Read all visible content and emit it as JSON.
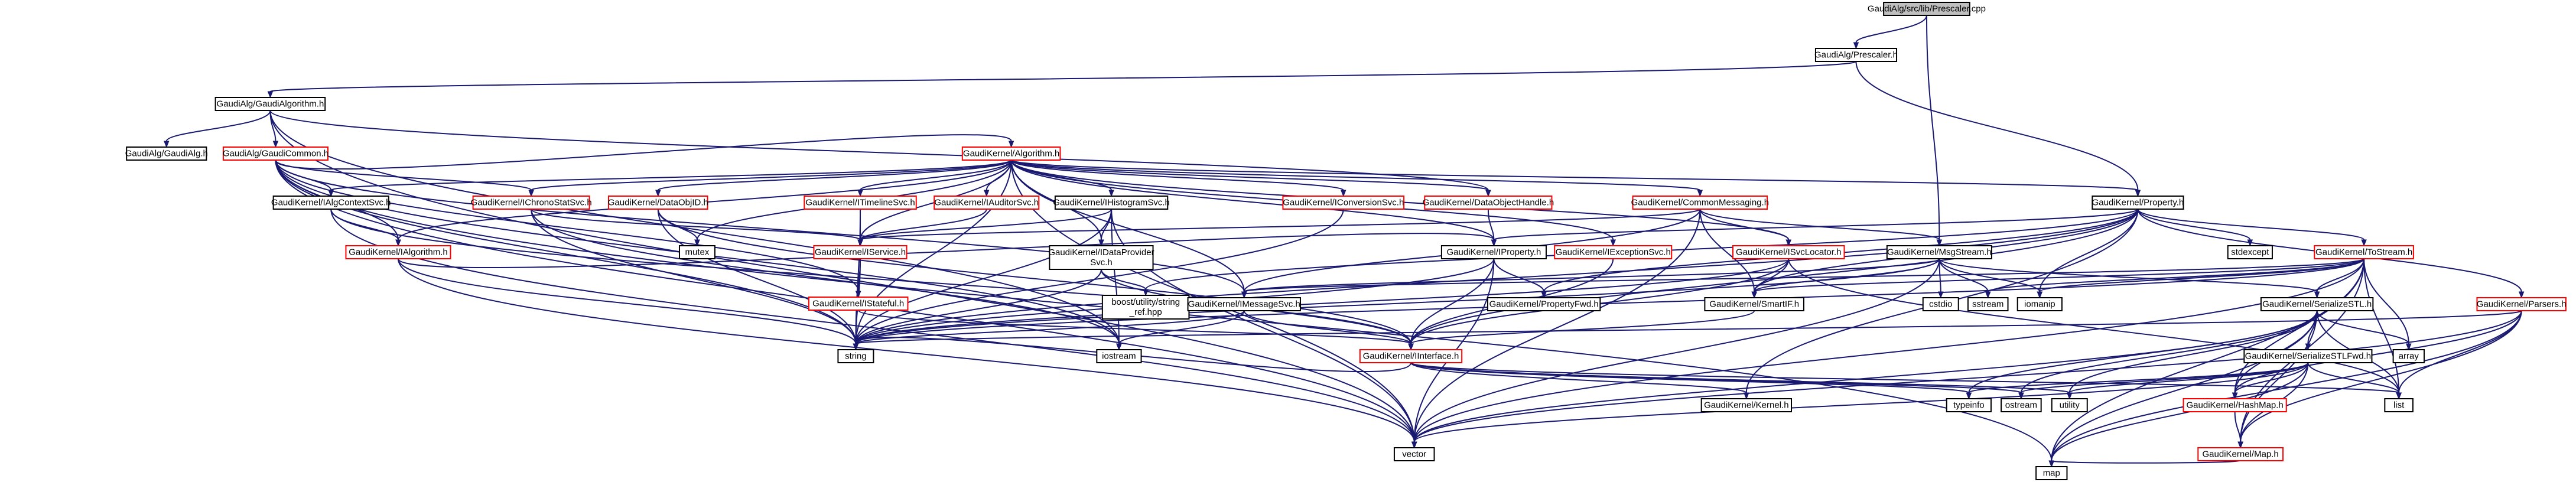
{
  "colors": {
    "edge": "#191970",
    "normal_border": "#000000",
    "missing_border": "#ff0000",
    "root_fill": "#bfbfbf",
    "node_fill": "#ffffff",
    "text": "#000000"
  },
  "nodes": [
    {
      "id": "prescaler_cpp",
      "label": "GaudiAlg/src/lib/Prescaler.cpp",
      "style": "root"
    },
    {
      "id": "prescaler_h",
      "label": "GaudiAlg/Prescaler.h",
      "style": "normal"
    },
    {
      "id": "gaudialgorithm_h",
      "label": "GaudiAlg/GaudiAlgorithm.h",
      "style": "normal"
    },
    {
      "id": "gaudialg_h",
      "label": "GaudiAlg/GaudiAlg.h",
      "style": "normal"
    },
    {
      "id": "gaudicommon_h",
      "label": "GaudiAlg/GaudiCommon.h",
      "style": "missing"
    },
    {
      "id": "algorithm_h",
      "label": "GaudiKernel/Algorithm.h",
      "style": "missing"
    },
    {
      "id": "property_h",
      "label": "GaudiKernel/Property.h",
      "style": "normal"
    },
    {
      "id": "ialgcontextsvc_h",
      "label": "GaudiKernel/IAlgContextSvc.h",
      "style": "normal"
    },
    {
      "id": "ichronostatsvc_h",
      "label": "GaudiKernel/IChronoStatSvc.h",
      "style": "missing"
    },
    {
      "id": "dataobjid_h",
      "label": "GaudiKernel/DataObjID.h",
      "style": "missing"
    },
    {
      "id": "itimelinesvc_h",
      "label": "GaudiKernel/ITimelineSvc.h",
      "style": "missing"
    },
    {
      "id": "iauditorsvc_h",
      "label": "GaudiKernel/IAuditorSvc.h",
      "style": "missing"
    },
    {
      "id": "ihistogramsvc_h",
      "label": "GaudiKernel/IHistogramSvc.h",
      "style": "normal"
    },
    {
      "id": "iconversionsvc_h",
      "label": "GaudiKernel/IConversionSvc.h",
      "style": "missing"
    },
    {
      "id": "dataobjecthandle_h",
      "label": "GaudiKernel/DataObjectHandle.h",
      "style": "missing"
    },
    {
      "id": "commonmessaging_h",
      "label": "GaudiKernel/CommonMessaging.h",
      "style": "missing"
    },
    {
      "id": "stdexcept",
      "label": "stdexcept",
      "style": "normal"
    },
    {
      "id": "tostream_h",
      "label": "GaudiKernel/ToStream.h",
      "style": "missing"
    },
    {
      "id": "ialgorithm_h",
      "label": "GaudiKernel/IAlgorithm.h",
      "style": "missing"
    },
    {
      "id": "mutex",
      "label": "mutex",
      "style": "normal"
    },
    {
      "id": "iservice_h",
      "label": "GaudiKernel/IService.h",
      "style": "missing"
    },
    {
      "id": "idataprovidersvc_h",
      "label": "GaudiKernel/IDataProvider\nSvc.h",
      "style": "normal"
    },
    {
      "id": "iexceptionsvc_h",
      "label": "GaudiKernel/IExceptionSvc.h",
      "style": "missing"
    },
    {
      "id": "iproperty_h",
      "label": "GaudiKernel/IProperty.h",
      "style": "normal"
    },
    {
      "id": "isvclocator_h",
      "label": "GaudiKernel/ISvcLocator.h",
      "style": "missing"
    },
    {
      "id": "msgstream_h",
      "label": "GaudiKernel/MsgStream.h",
      "style": "normal"
    },
    {
      "id": "parsers_h",
      "label": "GaudiKernel/Parsers.h",
      "style": "missing"
    },
    {
      "id": "serializestl_h",
      "label": "GaudiKernel/SerializeSTL.h",
      "style": "normal"
    },
    {
      "id": "istateful_h",
      "label": "GaudiKernel/IStateful.h",
      "style": "missing"
    },
    {
      "id": "boost_string_ref",
      "label": "boost/utility/string\n_ref.hpp",
      "style": "normal"
    },
    {
      "id": "imessagesvc_h",
      "label": "GaudiKernel/IMessageSvc.h",
      "style": "normal"
    },
    {
      "id": "propertyfwd_h",
      "label": "GaudiKernel/PropertyFwd.h",
      "style": "normal"
    },
    {
      "id": "smartif_h",
      "label": "GaudiKernel/SmartIF.h",
      "style": "normal"
    },
    {
      "id": "cstdio",
      "label": "cstdio",
      "style": "normal"
    },
    {
      "id": "sstream",
      "label": "sstream",
      "style": "normal"
    },
    {
      "id": "iomanip",
      "label": "iomanip",
      "style": "normal"
    },
    {
      "id": "serializestlfwd_h",
      "label": "GaudiKernel/SerializeSTLFwd.h",
      "style": "normal"
    },
    {
      "id": "array",
      "label": "array",
      "style": "normal"
    },
    {
      "id": "string",
      "label": "string",
      "style": "normal"
    },
    {
      "id": "iostream",
      "label": "iostream",
      "style": "normal"
    },
    {
      "id": "iinterface_h",
      "label": "GaudiKernel/IInterface.h",
      "style": "missing"
    },
    {
      "id": "kernel_h",
      "label": "GaudiKernel/Kernel.h",
      "style": "normal"
    },
    {
      "id": "typeinfo",
      "label": "typeinfo",
      "style": "normal"
    },
    {
      "id": "ostream",
      "label": "ostream",
      "style": "normal"
    },
    {
      "id": "utility",
      "label": "utility",
      "style": "normal"
    },
    {
      "id": "hashmap_h",
      "label": "GaudiKernel/HashMap.h",
      "style": "missing"
    },
    {
      "id": "list",
      "label": "list",
      "style": "normal"
    },
    {
      "id": "vector",
      "label": "vector",
      "style": "normal"
    },
    {
      "id": "map_h",
      "label": "GaudiKernel/Map.h",
      "style": "missing"
    },
    {
      "id": "map",
      "label": "map",
      "style": "normal"
    }
  ],
  "edges": [
    [
      "prescaler_cpp",
      "prescaler_h"
    ],
    [
      "prescaler_cpp",
      "msgstream_h"
    ],
    [
      "prescaler_h",
      "gaudialgorithm_h"
    ],
    [
      "prescaler_h",
      "property_h"
    ],
    [
      "gaudialgorithm_h",
      "gaudialg_h"
    ],
    [
      "gaudialgorithm_h",
      "gaudicommon_h"
    ],
    [
      "gaudialgorithm_h",
      "dataobjecthandle_h"
    ],
    [
      "gaudialgorithm_h",
      "iostream"
    ],
    [
      "gaudialgorithm_h",
      "vector"
    ],
    [
      "gaudicommon_h",
      "algorithm_h"
    ],
    [
      "gaudicommon_h",
      "ialgcontextsvc_h"
    ],
    [
      "gaudicommon_h",
      "ialgorithm_h"
    ],
    [
      "gaudicommon_h",
      "ichronostatsvc_h"
    ],
    [
      "gaudicommon_h",
      "imessagesvc_h"
    ],
    [
      "gaudicommon_h",
      "istateful_h"
    ],
    [
      "gaudicommon_h",
      "iostream"
    ],
    [
      "gaudicommon_h",
      "string"
    ],
    [
      "gaudicommon_h",
      "vector"
    ],
    [
      "gaudicommon_h",
      "map"
    ],
    [
      "algorithm_h",
      "property_h"
    ],
    [
      "algorithm_h",
      "ialgcontextsvc_h"
    ],
    [
      "algorithm_h",
      "ichronostatsvc_h"
    ],
    [
      "algorithm_h",
      "dataobjid_h"
    ],
    [
      "algorithm_h",
      "itimelinesvc_h"
    ],
    [
      "algorithm_h",
      "iauditorsvc_h"
    ],
    [
      "algorithm_h",
      "ihistogramsvc_h"
    ],
    [
      "algorithm_h",
      "iconversionsvc_h"
    ],
    [
      "algorithm_h",
      "dataobjecthandle_h"
    ],
    [
      "algorithm_h",
      "commonmessaging_h"
    ],
    [
      "algorithm_h",
      "ialgorithm_h"
    ],
    [
      "algorithm_h",
      "mutex"
    ],
    [
      "algorithm_h",
      "iservice_h"
    ],
    [
      "algorithm_h",
      "idataprovidersvc_h"
    ],
    [
      "algorithm_h",
      "iexceptionsvc_h"
    ],
    [
      "algorithm_h",
      "iproperty_h"
    ],
    [
      "algorithm_h",
      "isvclocator_h"
    ],
    [
      "algorithm_h",
      "imessagesvc_h"
    ],
    [
      "algorithm_h",
      "string"
    ],
    [
      "algorithm_h",
      "vector"
    ],
    [
      "property_h",
      "tostream_h"
    ],
    [
      "property_h",
      "parsers_h"
    ],
    [
      "property_h",
      "stdexcept"
    ],
    [
      "property_h",
      "string"
    ],
    [
      "property_h",
      "boost_string_ref"
    ],
    [
      "property_h",
      "propertyfwd_h"
    ],
    [
      "property_h",
      "iproperty_h"
    ],
    [
      "property_h",
      "iinterface_h"
    ],
    [
      "property_h",
      "smartif_h"
    ],
    [
      "property_h",
      "kernel_h"
    ],
    [
      "property_h",
      "iomanip"
    ],
    [
      "ialgcontextsvc_h",
      "ialgorithm_h"
    ],
    [
      "ialgcontextsvc_h",
      "iinterface_h"
    ],
    [
      "ialgcontextsvc_h",
      "vector"
    ],
    [
      "ichronostatsvc_h",
      "iservice_h"
    ],
    [
      "ichronostatsvc_h",
      "string"
    ],
    [
      "ichronostatsvc_h",
      "iostream"
    ],
    [
      "dataobjid_h",
      "mutex"
    ],
    [
      "dataobjid_h",
      "string"
    ],
    [
      "dataobjid_h",
      "iinterface_h"
    ],
    [
      "itimelinesvc_h",
      "iservice_h"
    ],
    [
      "itimelinesvc_h",
      "string"
    ],
    [
      "iauditorsvc_h",
      "iservice_h"
    ],
    [
      "ihistogramsvc_h",
      "iservice_h"
    ],
    [
      "ihistogramsvc_h",
      "idataprovidersvc_h"
    ],
    [
      "ihistogramsvc_h",
      "string"
    ],
    [
      "ihistogramsvc_h",
      "vector"
    ],
    [
      "ihistogramsvc_h",
      "iostream"
    ],
    [
      "iconversionsvc_h",
      "string"
    ],
    [
      "dataobjecthandle_h",
      "iproperty_h"
    ],
    [
      "commonmessaging_h",
      "msgstream_h"
    ],
    [
      "commonmessaging_h",
      "isvclocator_h"
    ],
    [
      "commonmessaging_h",
      "iservice_h"
    ],
    [
      "commonmessaging_h",
      "smartif_h"
    ],
    [
      "commonmessaging_h",
      "imessagesvc_h"
    ],
    [
      "commonmessaging_h",
      "vector"
    ],
    [
      "tostream_h",
      "serializestl_h"
    ],
    [
      "tostream_h",
      "smartif_h"
    ],
    [
      "tostream_h",
      "iomanip"
    ],
    [
      "tostream_h",
      "sstream"
    ],
    [
      "tostream_h",
      "string"
    ],
    [
      "tostream_h",
      "list"
    ],
    [
      "tostream_h",
      "vector"
    ],
    [
      "tostream_h",
      "array"
    ],
    [
      "tostream_h",
      "map"
    ],
    [
      "tostream_h",
      "map_h"
    ],
    [
      "tostream_h",
      "hashmap_h"
    ],
    [
      "tostream_h",
      "imessagesvc_h"
    ],
    [
      "ialgorithm_h",
      "iproperty_h"
    ],
    [
      "ialgorithm_h",
      "string"
    ],
    [
      "ialgorithm_h",
      "vector"
    ],
    [
      "iservice_h",
      "istateful_h"
    ],
    [
      "iservice_h",
      "string"
    ],
    [
      "idataprovidersvc_h",
      "boost_string_ref"
    ],
    [
      "idataprovidersvc_h",
      "string"
    ],
    [
      "idataprovidersvc_h",
      "iinterface_h"
    ],
    [
      "iexceptionsvc_h",
      "iinterface_h"
    ],
    [
      "iproperty_h",
      "propertyfwd_h"
    ],
    [
      "iproperty_h",
      "iinterface_h"
    ],
    [
      "iproperty_h",
      "string"
    ],
    [
      "iproperty_h",
      "vector"
    ],
    [
      "isvclocator_h",
      "smartif_h"
    ],
    [
      "isvclocator_h",
      "iinterface_h"
    ],
    [
      "isvclocator_h",
      "string"
    ],
    [
      "isvclocator_h",
      "list"
    ],
    [
      "msgstream_h",
      "imessagesvc_h"
    ],
    [
      "msgstream_h",
      "smartif_h"
    ],
    [
      "msgstream_h",
      "serializestl_h"
    ],
    [
      "msgstream_h",
      "cstdio"
    ],
    [
      "msgstream_h",
      "sstream"
    ],
    [
      "msgstream_h",
      "iomanip"
    ],
    [
      "msgstream_h",
      "string"
    ],
    [
      "msgstream_h",
      "vector"
    ],
    [
      "parsers_h",
      "string"
    ],
    [
      "parsers_h",
      "vector"
    ],
    [
      "parsers_h",
      "list"
    ],
    [
      "parsers_h",
      "map"
    ],
    [
      "parsers_h",
      "map_h"
    ],
    [
      "parsers_h",
      "hashmap_h"
    ],
    [
      "serializestl_h",
      "serializestlfwd_h"
    ],
    [
      "serializestl_h",
      "array"
    ],
    [
      "serializestl_h",
      "map_h"
    ],
    [
      "serializestl_h",
      "hashmap_h"
    ],
    [
      "serializestl_h",
      "ostream"
    ],
    [
      "serializestl_h",
      "utility"
    ],
    [
      "serializestl_h",
      "typeinfo"
    ],
    [
      "serializestl_h",
      "list"
    ],
    [
      "serializestl_h",
      "vector"
    ],
    [
      "serializestl_h",
      "map"
    ],
    [
      "istateful_h",
      "iinterface_h"
    ],
    [
      "imessagesvc_h",
      "iinterface_h"
    ],
    [
      "imessagesvc_h",
      "string"
    ],
    [
      "imessagesvc_h",
      "iostream"
    ],
    [
      "smartif_h",
      "iinterface_h"
    ],
    [
      "serializestlfwd_h",
      "vector"
    ],
    [
      "serializestlfwd_h",
      "list"
    ],
    [
      "serializestlfwd_h",
      "map"
    ],
    [
      "serializestlfwd_h",
      "utility"
    ],
    [
      "serializestlfwd_h",
      "ostream"
    ],
    [
      "serializestlfwd_h",
      "map_h"
    ],
    [
      "serializestlfwd_h",
      "hashmap_h"
    ],
    [
      "serializestlfwd_h",
      "typeinfo"
    ],
    [
      "iinterface_h",
      "kernel_h"
    ],
    [
      "iinterface_h",
      "typeinfo"
    ],
    [
      "iinterface_h",
      "ostream"
    ],
    [
      "iinterface_h",
      "utility"
    ],
    [
      "iinterface_h",
      "list"
    ],
    [
      "iinterface_h",
      "string"
    ],
    [
      "hashmap_h",
      "map_h"
    ],
    [
      "map_h",
      "map"
    ]
  ]
}
